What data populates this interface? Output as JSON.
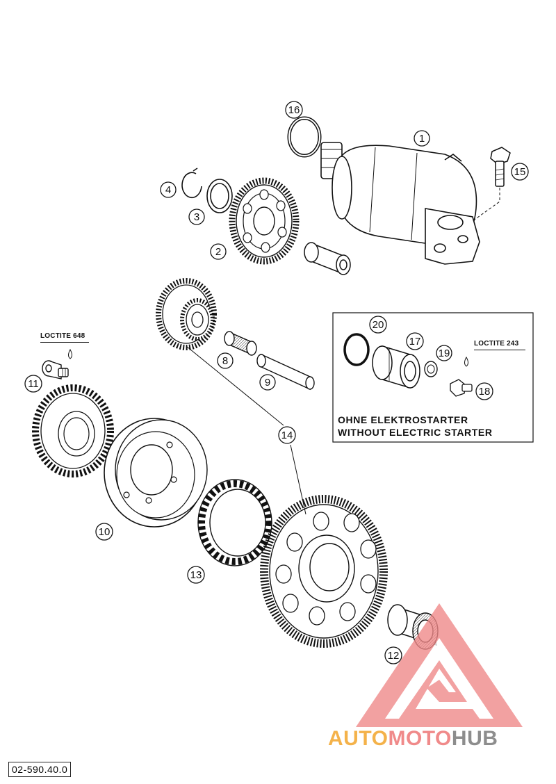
{
  "diagram": {
    "callouts": [
      {
        "id": "c1",
        "num": "1"
      },
      {
        "id": "c2",
        "num": "2"
      },
      {
        "id": "c3",
        "num": "3"
      },
      {
        "id": "c4",
        "num": "4"
      },
      {
        "id": "c8",
        "num": "8"
      },
      {
        "id": "c9",
        "num": "9"
      },
      {
        "id": "c10",
        "num": "10"
      },
      {
        "id": "c11",
        "num": "11"
      },
      {
        "id": "c12",
        "num": "12"
      },
      {
        "id": "c13",
        "num": "13"
      },
      {
        "id": "c14",
        "num": "14"
      },
      {
        "id": "c15",
        "num": "15"
      },
      {
        "id": "c16",
        "num": "16"
      },
      {
        "id": "c17",
        "num": "17"
      },
      {
        "id": "c18",
        "num": "18"
      },
      {
        "id": "c19",
        "num": "19"
      },
      {
        "id": "c20",
        "num": "20"
      }
    ],
    "loctite_648": "LOCTITE 648",
    "loctite_243": "LOCTITE 243",
    "inset_line1": "OHNE ELEKTROSTARTER",
    "inset_line2": "WITHOUT ELECTRIC STARTER",
    "part_code": "02-590.40.0"
  },
  "watermark": {
    "part1": "AUTO",
    "part2": "MOTO",
    "part3": "HUB",
    "color_auto": "#f4b24a",
    "color_moto": "#f08a8a",
    "color_hub": "#8d8d8d",
    "triangle_color": "#f07b7b"
  }
}
